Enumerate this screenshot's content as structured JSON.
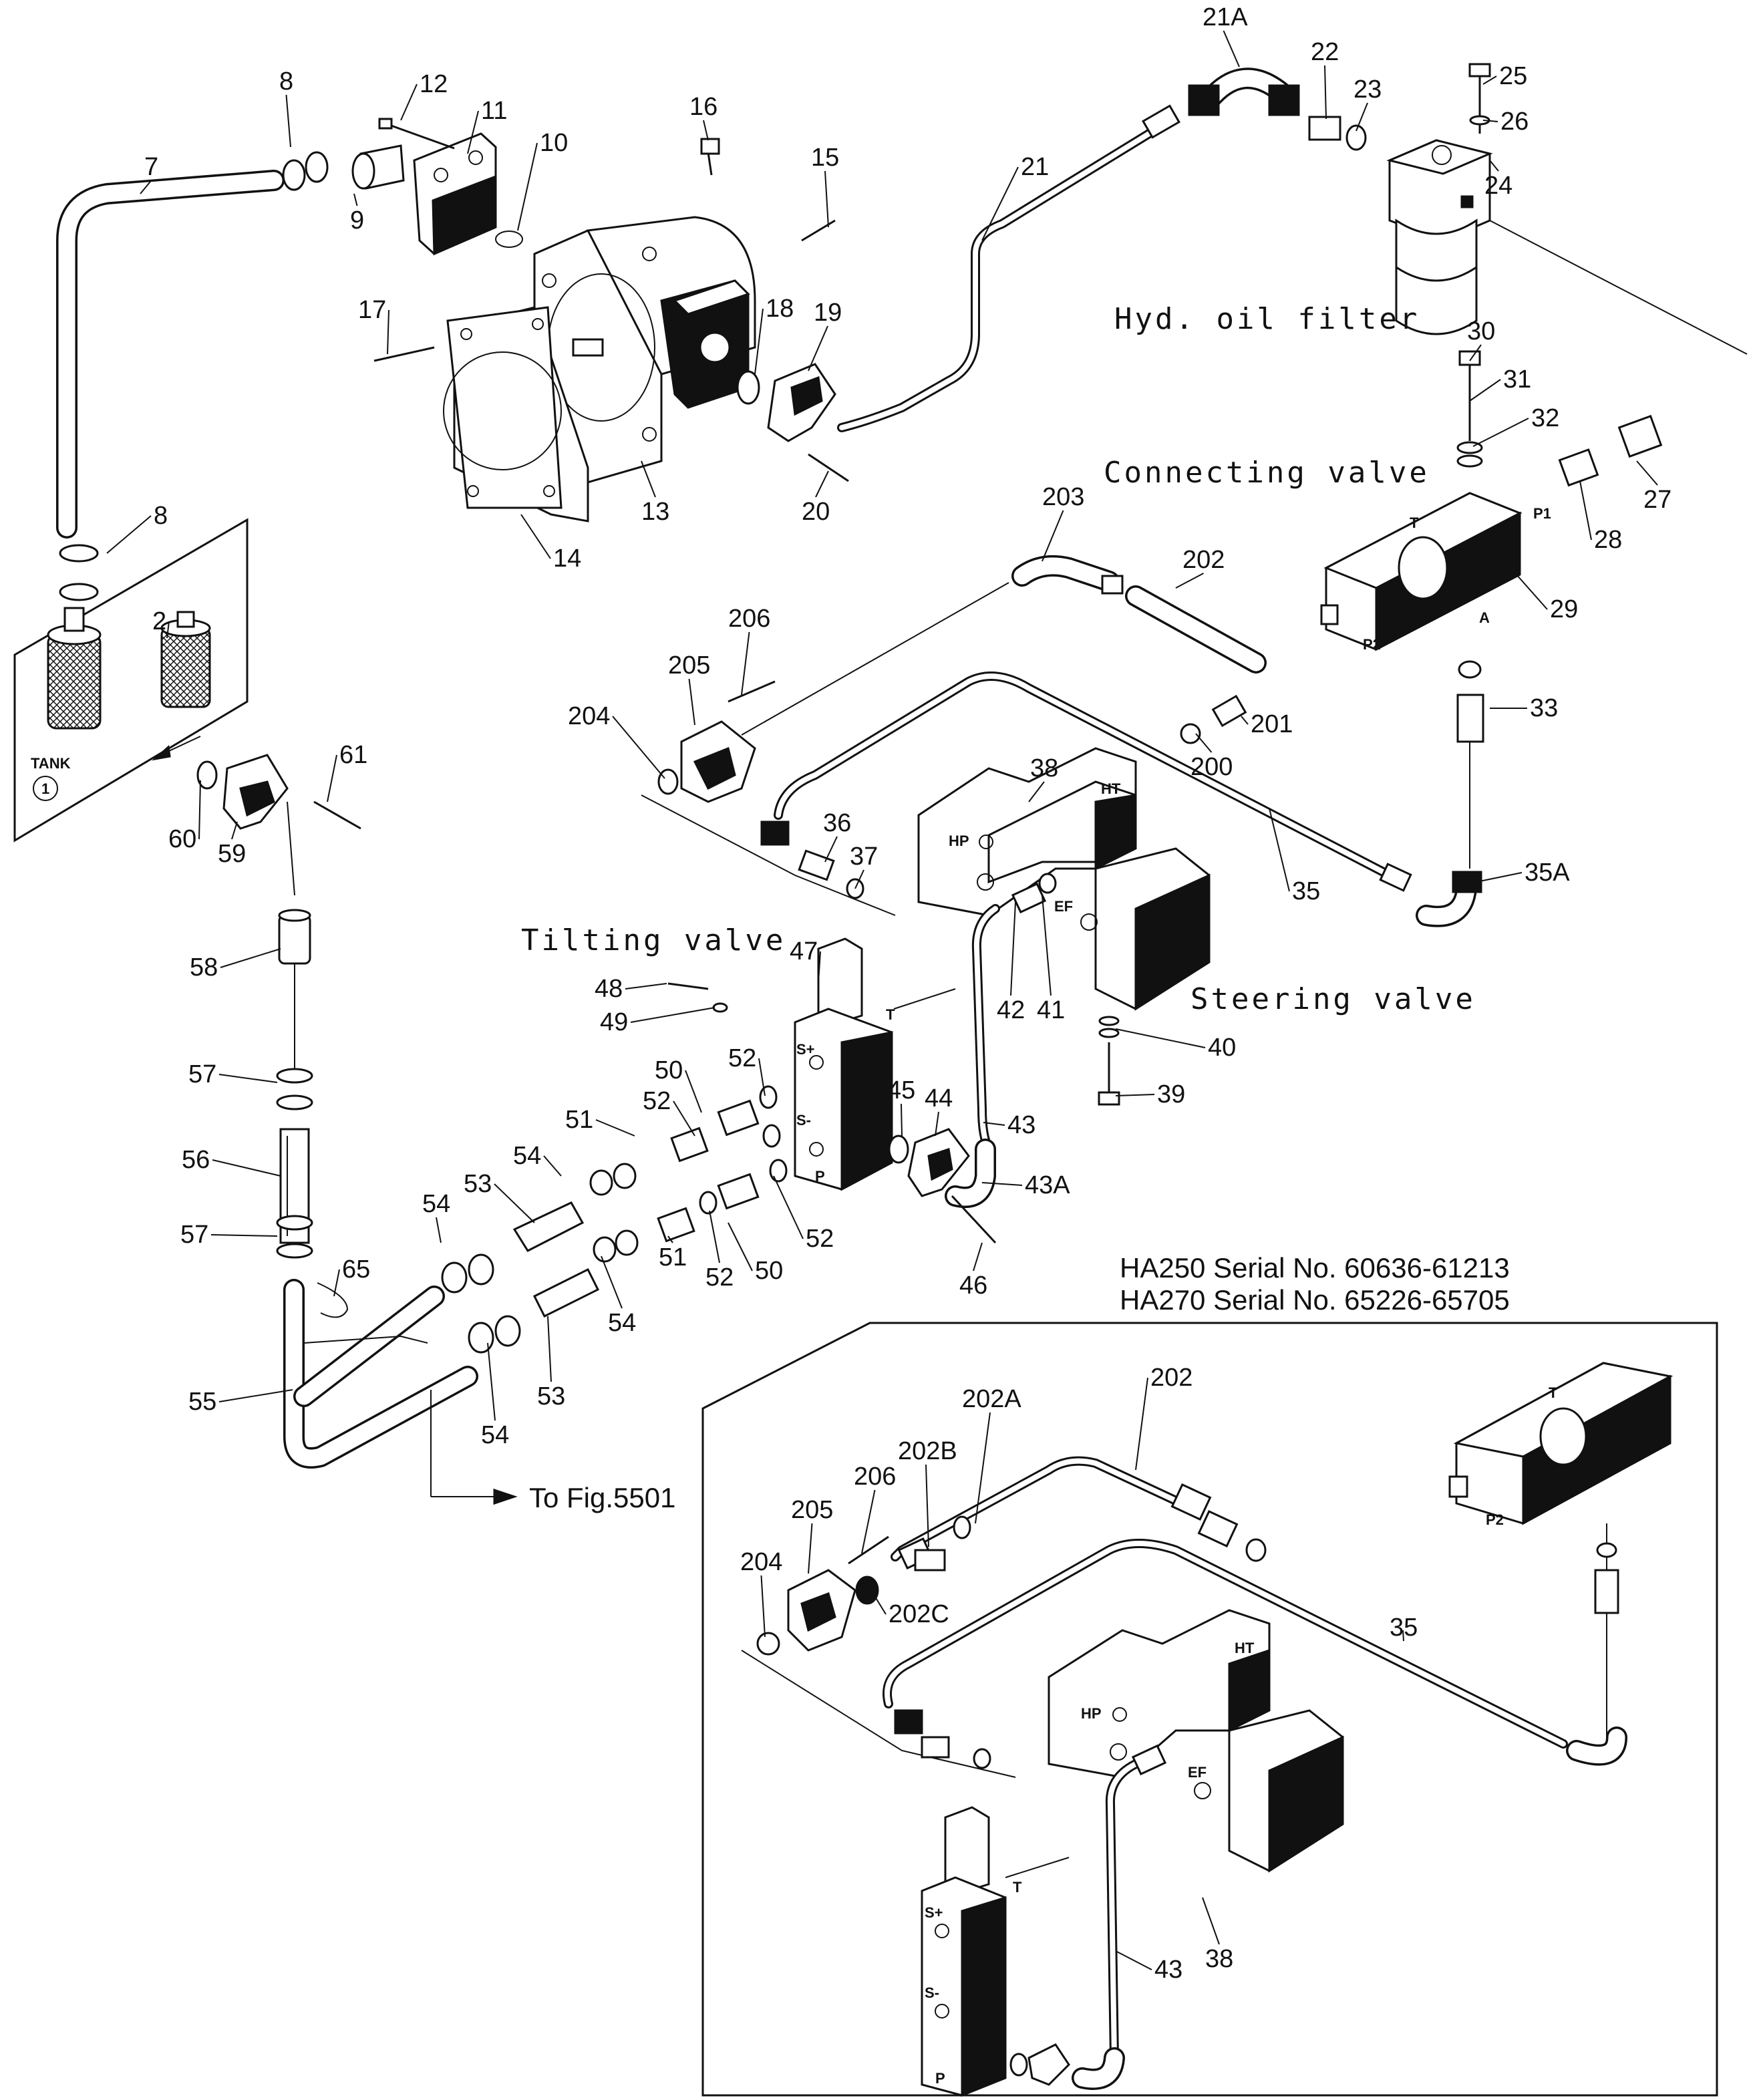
{
  "captions": {
    "hyd_oil_filter": "Hyd. oil filter",
    "connecting_valve": "Connecting valve",
    "tilting_valve": "Tilting valve",
    "steering_valve": "Steering valve",
    "to_fig": "To Fig.5501",
    "tank": "TANK",
    "tank_no": "1"
  },
  "serial_notes": [
    "HA250 Serial No. 60636-61213",
    "HA270 Serial No. 65226-65705"
  ],
  "port_labels": {
    "T": "T",
    "P1": "P1",
    "P2": "P2",
    "A": "A",
    "HT": "HT",
    "HP": "HP",
    "EF": "EF",
    "S_plus": "S+",
    "S_minus": "S-",
    "P": "P"
  },
  "part_numbers": {
    "main": [
      "2",
      "7",
      "8",
      "8",
      "9",
      "10",
      "11",
      "12",
      "13",
      "14",
      "15",
      "16",
      "17",
      "18",
      "19",
      "20",
      "21",
      "21A",
      "22",
      "23",
      "24",
      "25",
      "26",
      "27",
      "28",
      "29",
      "30",
      "31",
      "32",
      "33",
      "35",
      "35A",
      "36",
      "37",
      "38",
      "39",
      "40",
      "41",
      "42",
      "43",
      "43A",
      "44",
      "45",
      "46",
      "47",
      "48",
      "49",
      "50",
      "50",
      "51",
      "51",
      "52",
      "52",
      "52",
      "52",
      "53",
      "53",
      "54",
      "54",
      "54",
      "54",
      "55",
      "56",
      "57",
      "57",
      "58",
      "59",
      "60",
      "61",
      "65",
      "200",
      "201",
      "202",
      "203",
      "204",
      "205",
      "206"
    ],
    "inset": [
      "35",
      "38",
      "43",
      "202",
      "202A",
      "202B",
      "202C",
      "204",
      "205",
      "206"
    ]
  }
}
